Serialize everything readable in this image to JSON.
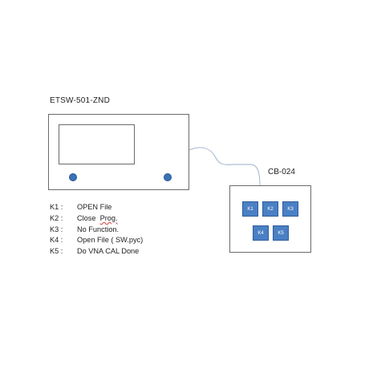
{
  "device": {
    "title": "ETSW-501-ZND"
  },
  "controller": {
    "title": "CB-024",
    "keys": [
      "K1",
      "K2",
      "K3",
      "K4",
      "K5"
    ]
  },
  "legend": [
    {
      "key": "K1 :",
      "desc_main": "OPEN  File",
      "desc_flag": ""
    },
    {
      "key": "K2 :",
      "desc_main": "Close  ",
      "desc_flag": "Prog."
    },
    {
      "key": "K3 :",
      "desc_main": "No Function.",
      "desc_flag": ""
    },
    {
      "key": "K4 :",
      "desc_main": "Open File ( SW.pyc)",
      "desc_flag": ""
    },
    {
      "key": "K5 :",
      "desc_main": "Do VNA CAL Done",
      "desc_flag": ""
    }
  ],
  "colors": {
    "key_fill": "#4a80c4",
    "knob_fill": "#3a72b8",
    "cable": "#9aaec8",
    "outline": "#6b6b6b"
  }
}
